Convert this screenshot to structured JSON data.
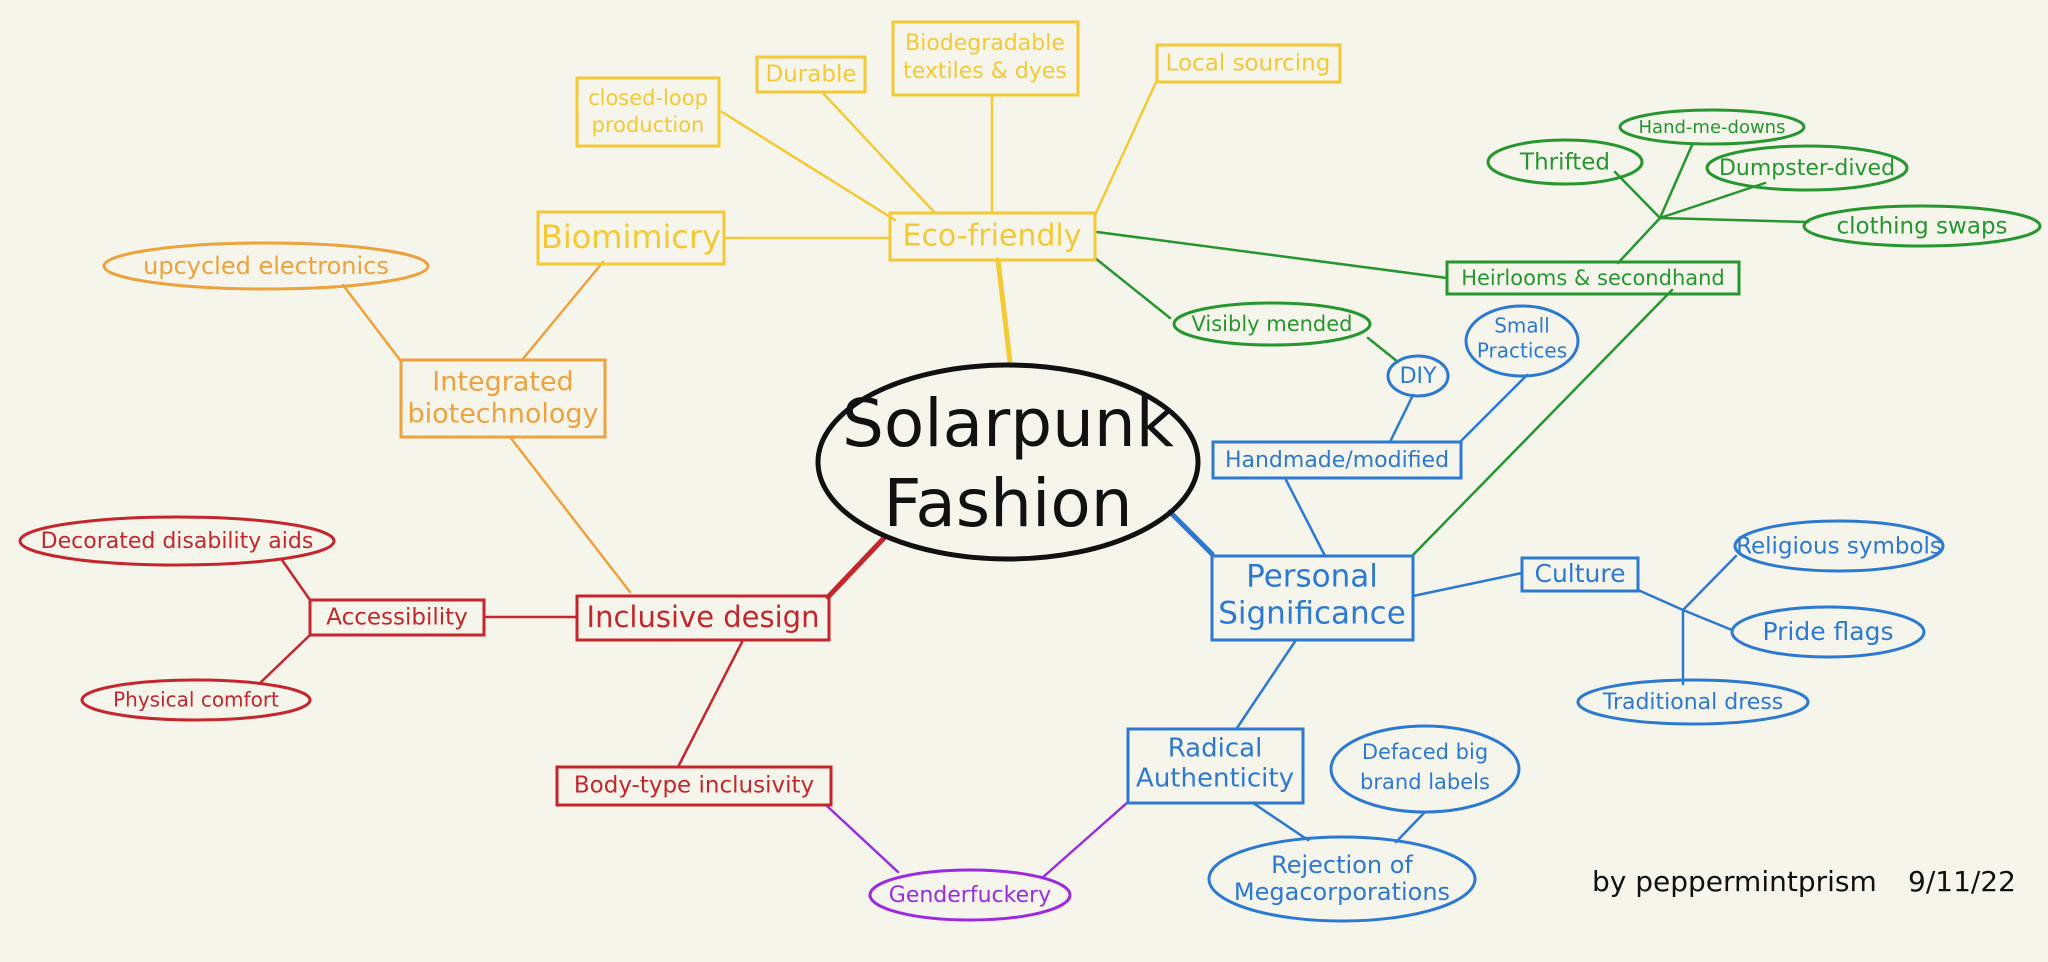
{
  "colors": {
    "yellow": "#f3c936",
    "orange": "#eda23e",
    "green": "#26962f",
    "blue": "#2c79d2",
    "red": "#c4262b",
    "purple": "#9b2be0",
    "black": "#111111"
  },
  "center": {
    "line1": "Solarpunk",
    "line2": "Fashion"
  },
  "nodes": {
    "eco_friendly": "Eco-friendly",
    "closed_loop_1": "closed-loop",
    "closed_loop_2": "production",
    "durable": "Durable",
    "biodegradable_1": "Biodegradable",
    "biodegradable_2": "textiles & dyes",
    "local_sourcing": "Local sourcing",
    "biomimicry": "Biomimicry",
    "upcycled": "upcycled electronics",
    "integrated_1": "Integrated",
    "integrated_2": "biotechnology",
    "heirlooms": "Heirlooms & secondhand",
    "thrifted": "Thrifted",
    "hand_me_downs": "Hand-me-downs",
    "dumpster": "Dumpster-dived",
    "clothing_swaps": "clothing swaps",
    "visibly_mended": "Visibly mended",
    "diy": "DIY",
    "small_practices_1": "Small",
    "small_practices_2": "Practices",
    "handmade": "Handmade/modified",
    "personal_1": "Personal",
    "personal_2": "Significance",
    "culture": "Culture",
    "religious": "Religious symbols",
    "pride": "Pride flags",
    "traditional": "Traditional dress",
    "radical_1": "Radical",
    "radical_2": "Authenticity",
    "defaced_1": "Defaced big",
    "defaced_2": "brand labels",
    "rejection_1": "Rejection of",
    "rejection_2": "Megacorporations",
    "inclusive": "Inclusive design",
    "accessibility": "Accessibility",
    "disability": "Decorated disability aids",
    "comfort": "Physical comfort",
    "body_type": "Body-type inclusivity",
    "genderfuckery": "Genderfuckery"
  },
  "signature": {
    "author": "by peppermintprism",
    "date": "9/11/22"
  }
}
